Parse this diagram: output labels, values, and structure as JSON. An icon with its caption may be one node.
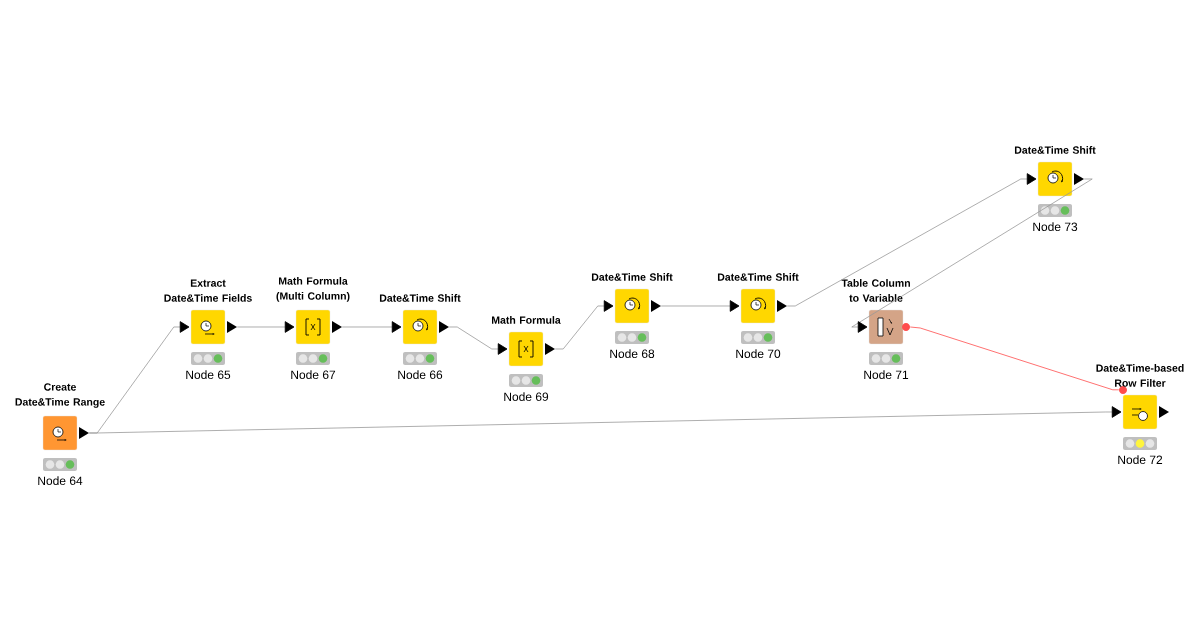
{
  "diagram": {
    "nodes": [
      {
        "text": [
          "Create Date&Time Range",
          "Node 64"
        ]
      },
      {
        "text": [
          "Extract Date&Time Fields",
          "Node 65"
        ]
      },
      {
        "text": [
          "Math Formula (Multi Column)",
          "Node 67"
        ]
      },
      {
        "text": [
          "Date&Time Shift",
          "Node 66"
        ]
      },
      {
        "text": [
          "Math Formula",
          "Node 69"
        ]
      },
      {
        "text": [
          "Date&Time Shift",
          "Node 68"
        ]
      },
      {
        "text": [
          "Date&Time Shift",
          "Node 70"
        ]
      },
      {
        "text": [
          "Date&Time Shift",
          "Node 73"
        ]
      },
      {
        "text": [
          "Table Column to Variable",
          "Node 71"
        ]
      },
      {
        "text": [
          "Date&Time-based Row Filter",
          "Node 72"
        ]
      }
    ],
    "edges": [
      {
        "from": 0,
        "to": 1,
        "arrow": "to"
      },
      {
        "from": 1,
        "to": 2,
        "arrow": "to"
      },
      {
        "from": 2,
        "to": 3,
        "arrow": "to"
      },
      {
        "from": 3,
        "to": 4,
        "arrow": "to"
      },
      {
        "from": 4,
        "to": 5,
        "arrow": "to"
      },
      {
        "from": 5,
        "to": 6,
        "arrow": "to"
      },
      {
        "from": 6,
        "to": 7,
        "arrow": "to"
      },
      {
        "from": 7,
        "to": 8,
        "arrow": "to"
      },
      {
        "from": 8,
        "to": 9,
        "arrow": "none",
        "color": "#ff4d4d"
      },
      {
        "from": 0,
        "to": 9,
        "arrow": "to"
      }
    ]
  }
}
